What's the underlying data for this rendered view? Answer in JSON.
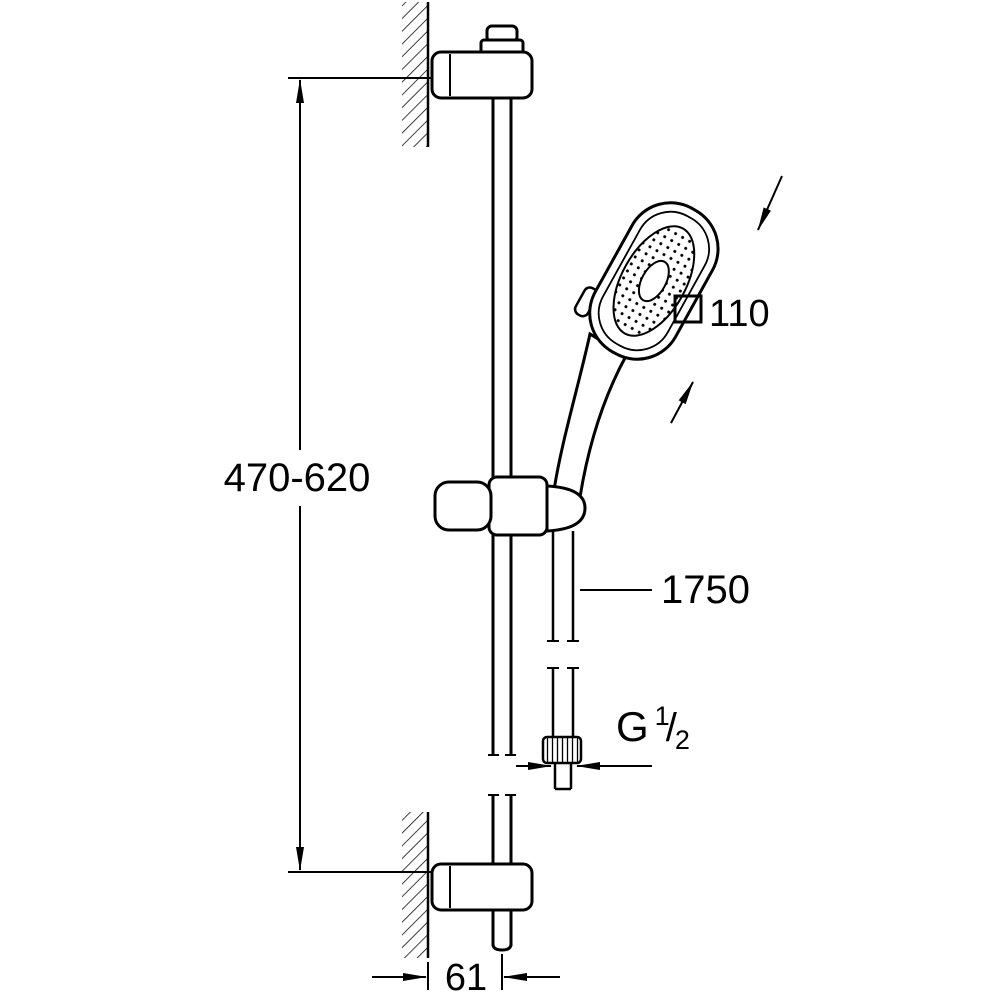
{
  "labels": {
    "height_range": "470-620",
    "head_size": "110",
    "hose_length": "1750",
    "thread_g": "G",
    "thread_num": "1",
    "thread_slash": "/",
    "thread_den": "2",
    "wall_offset": "61"
  },
  "symbols": {
    "head_shape": "square-outline",
    "wall_hatch": "diagonal-hatch"
  },
  "colors": {
    "line": "#000000",
    "background": "#ffffff"
  }
}
